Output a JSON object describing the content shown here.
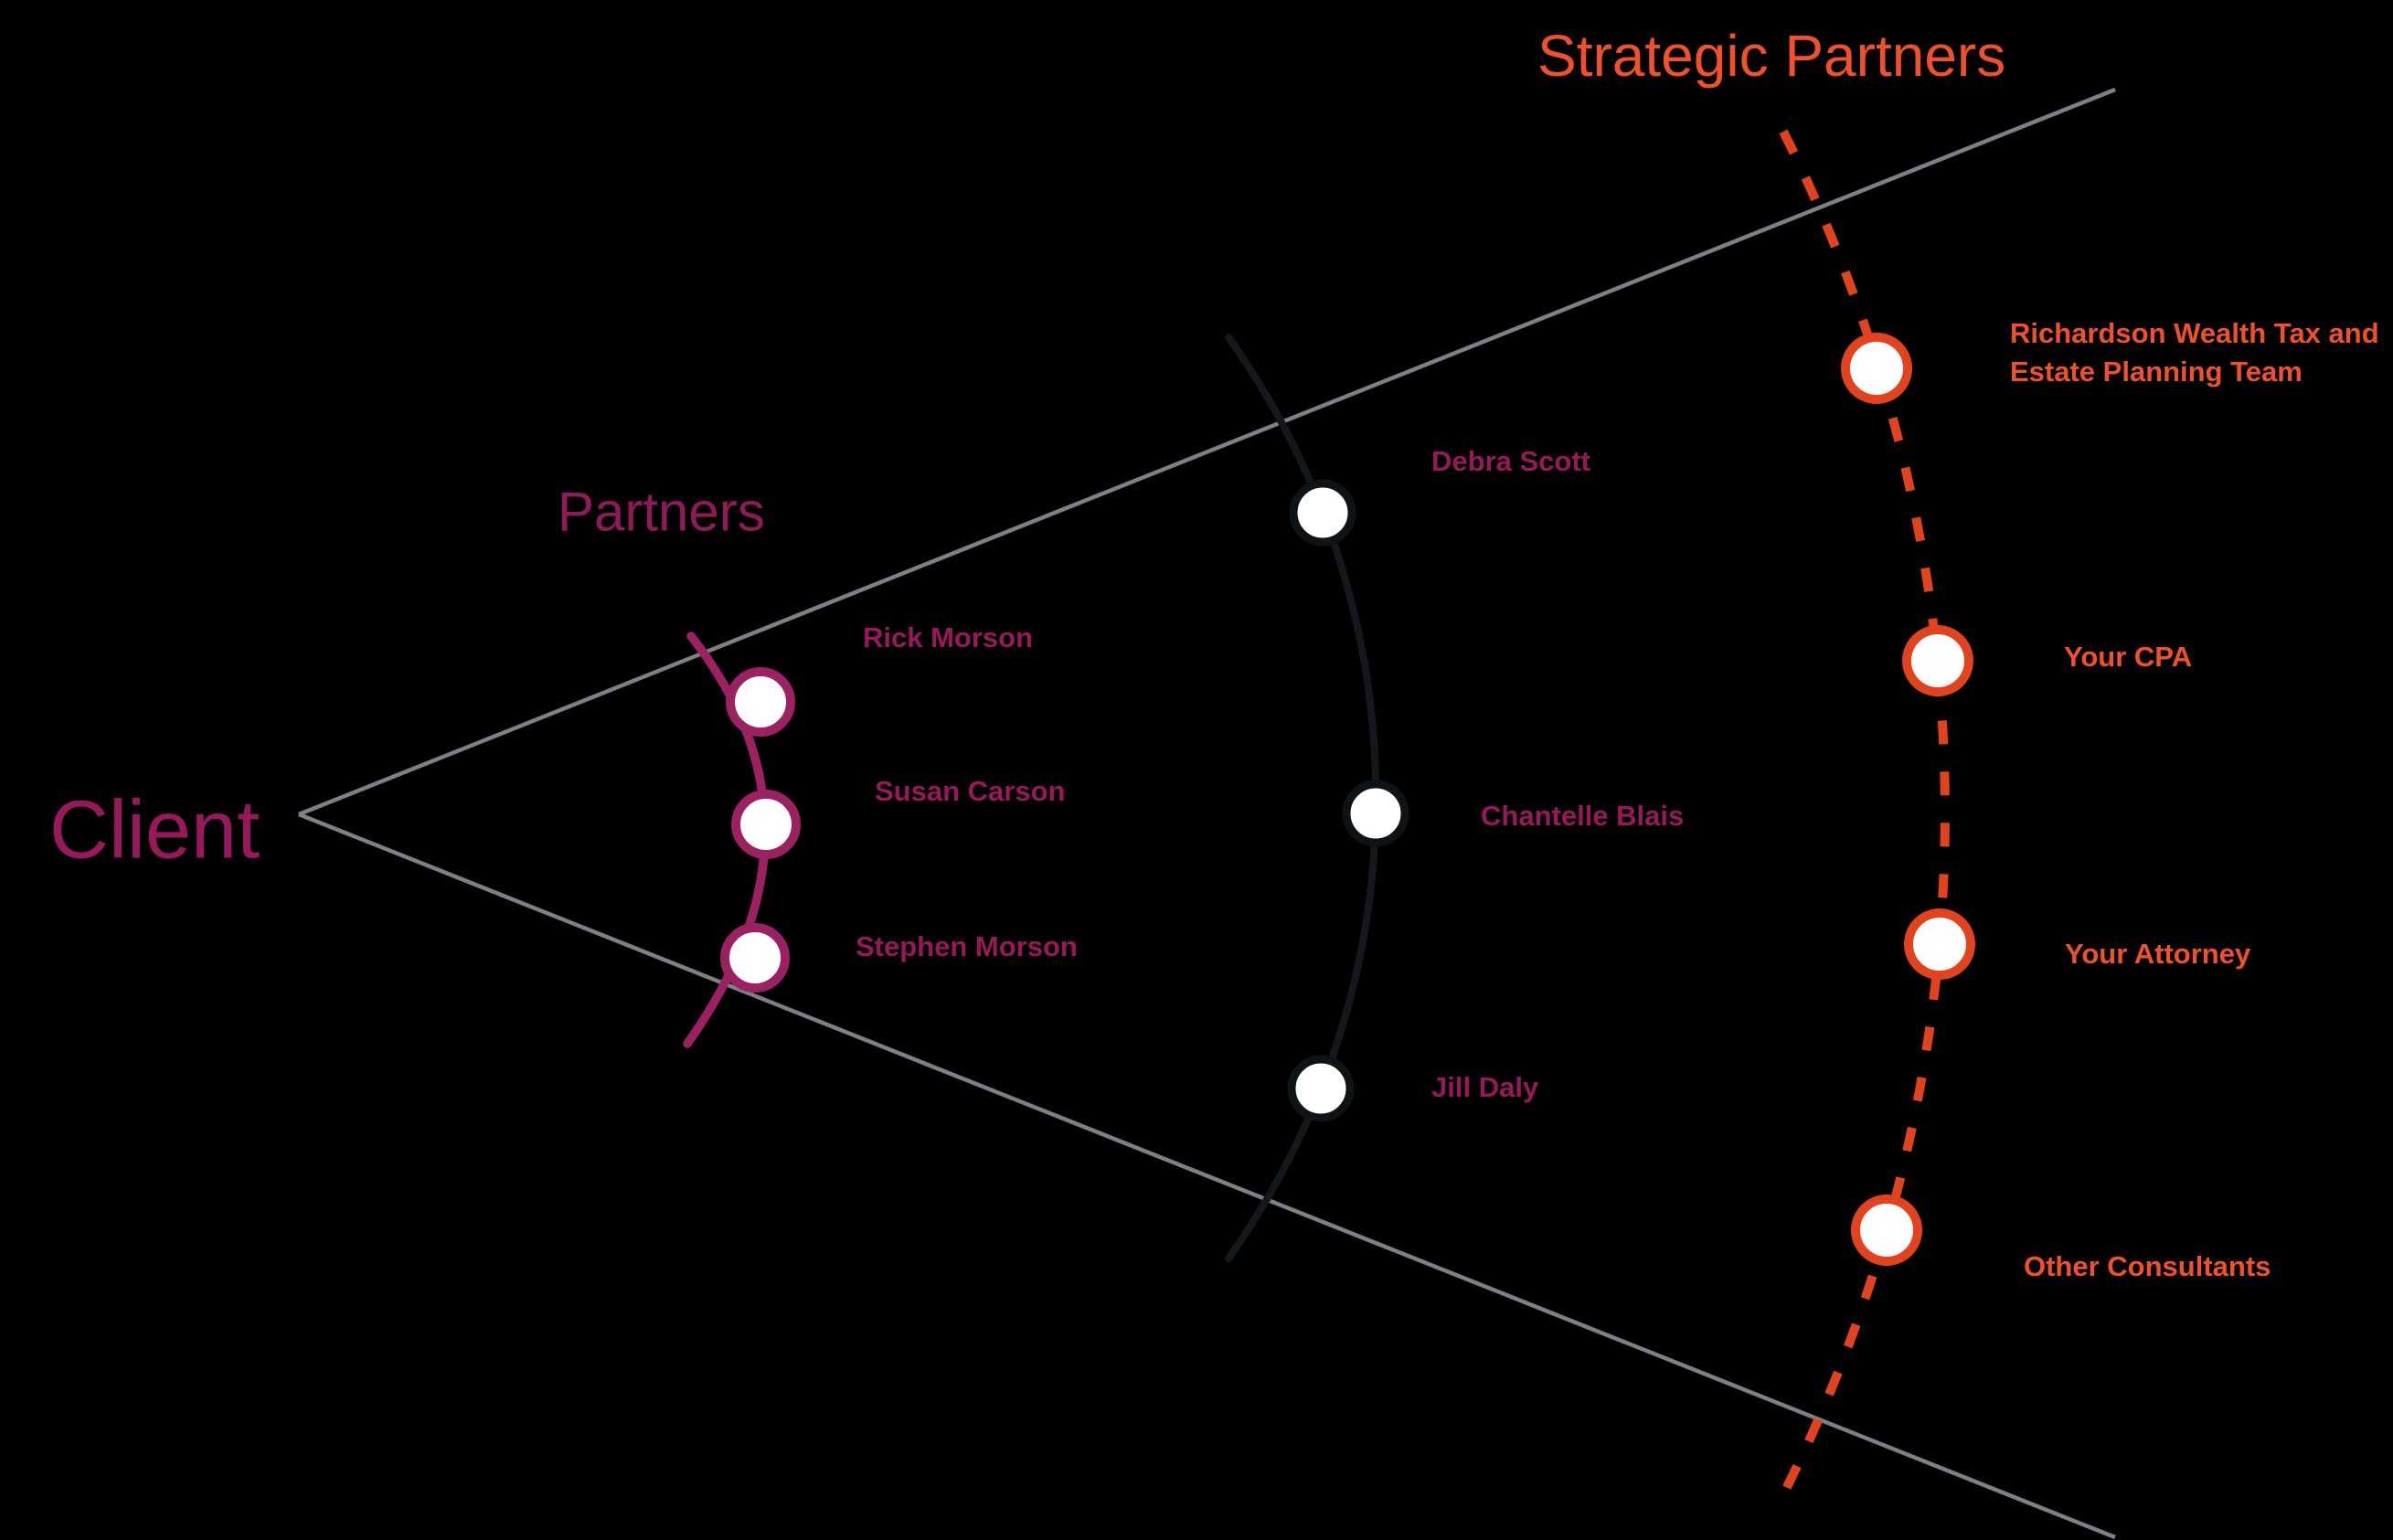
{
  "client_label": "Client",
  "partners": {
    "header": "Partners",
    "members": [
      "Rick Morson",
      "Susan Carson",
      "Stephen Morson"
    ]
  },
  "advisor_team": {
    "members": [
      "Debra Scott",
      "Chantelle Blais",
      "Jill Daly"
    ]
  },
  "strategic": {
    "header": "Strategic Partners",
    "members": [
      "Richardson Wealth Tax and Estate Planning Team",
      "Your CPA",
      "Your Attorney",
      "Other Consultants"
    ]
  },
  "colors": {
    "background": "#000000",
    "magenta_text": "#97195B",
    "magenta_stroke": "#9C2163",
    "orange_text": "#F0512B",
    "orange_stroke": "#E2431F",
    "gray_line": "#7C8187",
    "dark_arc": "#14181C",
    "dark_node_stroke": "#0F1316",
    "node_fill": "#FFFFFF"
  }
}
